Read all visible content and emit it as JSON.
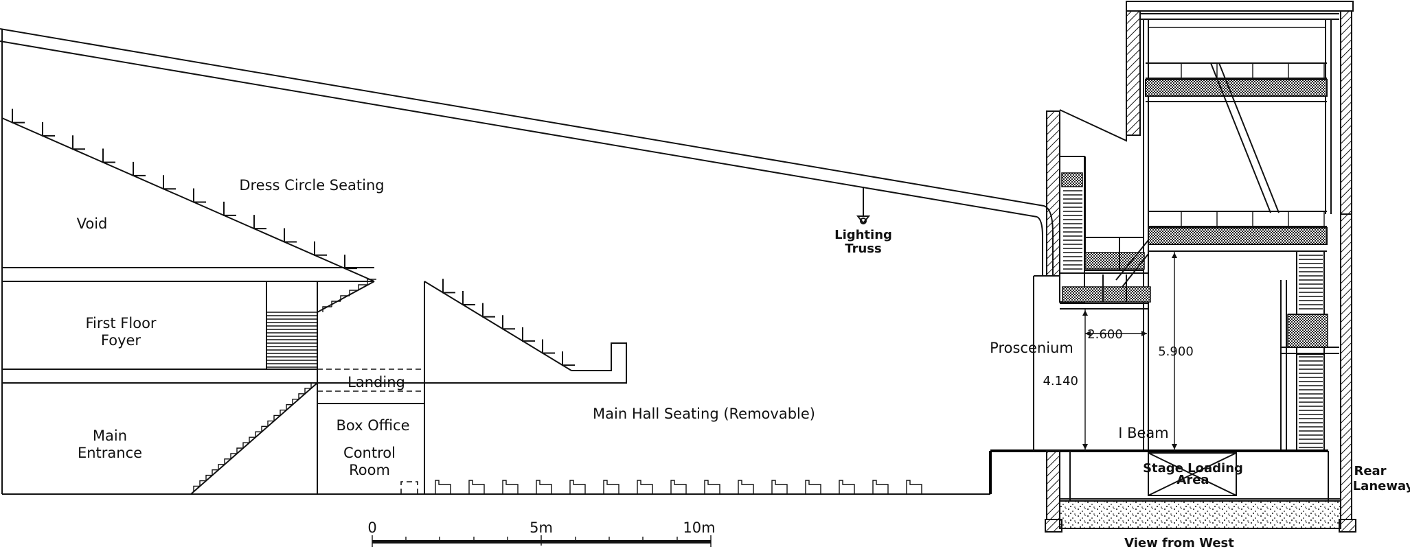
{
  "labels": {
    "void": "Void",
    "dress_circle": "Dress Circle Seating",
    "first_floor_line1": "First Floor",
    "first_floor_line2": "Foyer",
    "main_entrance_line1": "Main",
    "main_entrance_line2": "Entrance",
    "landing": "Landing",
    "box_office": "Box Office",
    "control_room_line1": "Control",
    "control_room_line2": "Room",
    "main_hall": "Main Hall Seating (Removable)",
    "lighting_truss_line1": "Lighting",
    "lighting_truss_line2": "Truss",
    "proscenium": "Proscenium",
    "i_beam": "I Beam",
    "stage_loading_line1": "Stage Loading",
    "stage_loading_line2": "Area",
    "rear_laneway_line1": "Rear",
    "rear_laneway_line2": "Laneway",
    "view_from": "View from West"
  },
  "dimensions": {
    "d1": "2.600",
    "d2": "4.140",
    "d3": "5.900"
  },
  "scale_bar": {
    "label_0": "0",
    "label_5": "5m",
    "label_10": "10m"
  },
  "colors": {
    "ink": "#111111",
    "background": "#ffffff"
  }
}
